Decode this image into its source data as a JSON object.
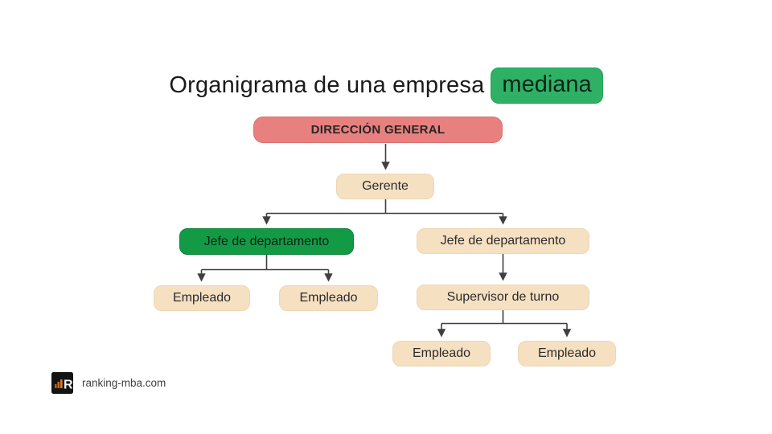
{
  "title": {
    "text": "Organigrama de una empresa",
    "highlight": "mediana"
  },
  "org": {
    "nodes": [
      {
        "label": "DIRECCIÓN GENERAL",
        "variant": "red"
      },
      {
        "label": "Gerente",
        "variant": "tan"
      },
      {
        "label": "Jefe de departamento",
        "variant": "green"
      },
      {
        "label": "Jefe de departamento",
        "variant": "tan"
      },
      {
        "label": "Empleado",
        "variant": "tan"
      },
      {
        "label": "Empleado",
        "variant": "tan"
      },
      {
        "label": "Supervisor de turno",
        "variant": "tan"
      },
      {
        "label": "Empleado",
        "variant": "tan"
      },
      {
        "label": "Empleado",
        "variant": "tan"
      }
    ],
    "hierarchy": {
      "label": "DIRECCIÓN GENERAL",
      "children": [
        {
          "label": "Gerente",
          "children": [
            {
              "label": "Jefe de departamento",
              "children": [
                {
                  "label": "Empleado"
                },
                {
                  "label": "Empleado"
                }
              ]
            },
            {
              "label": "Jefe de departamento",
              "children": [
                {
                  "label": "Supervisor de turno",
                  "children": [
                    {
                      "label": "Empleado"
                    },
                    {
                      "label": "Empleado"
                    }
                  ]
                }
              ]
            }
          ]
        }
      ]
    }
  },
  "colors": {
    "direccion_fill": "#e7807e",
    "node_fill": "#f6e0c2",
    "green_node_fill": "#129a45",
    "title_highlight_fill": "#2fb165",
    "connector": "#3f3f3f",
    "logo_background": "#141414",
    "logo_bars": "#c96a14"
  },
  "footer": {
    "site": "ranking-mba.com",
    "logo_letter": "R"
  }
}
